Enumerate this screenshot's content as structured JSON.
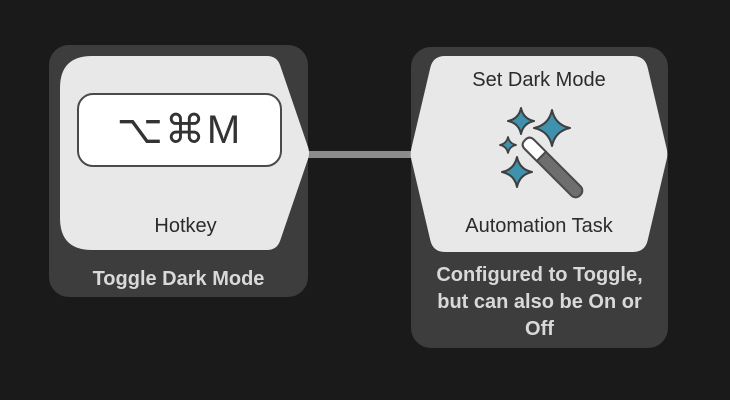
{
  "colors": {
    "background": "#1a1a1a",
    "node_bg": "#3d3d3d",
    "shape_bg": "#e8e8e8",
    "connector": "#8c8c8c",
    "dark_text": "#2b2b2b",
    "light_text": "#d9d9d9",
    "badge_bg": "#ffffff",
    "badge_border": "#4a4a4a",
    "badge_text": "#333333",
    "sparkle": "#3e92ae",
    "wand_body": "#6e6e6e",
    "wand_outline": "#4a4a4a"
  },
  "trigger_node": {
    "hotkey": "⌥⌘M",
    "type_label": "Hotkey",
    "name": "Toggle Dark Mode",
    "icons": [
      "option-key",
      "command-key"
    ]
  },
  "action_node": {
    "title": "Set Dark Mode",
    "type_label": "Automation Task",
    "note": "Configured to Toggle, but can also be On or Off",
    "icon": "magic-wand-with-sparkles"
  }
}
